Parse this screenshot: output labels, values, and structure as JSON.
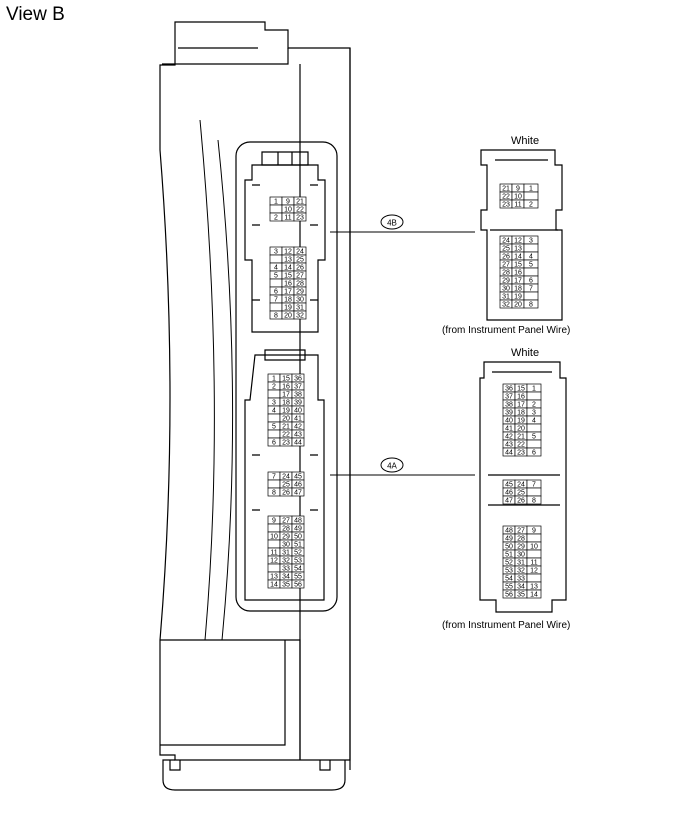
{
  "view_title": "View B",
  "callouts": {
    "a": "4A",
    "b": "4B"
  },
  "connectors": {
    "b": {
      "color_label": "White",
      "source_label": "(from Instrument Panel Wire)",
      "block_left": [
        [
          "1",
          "9",
          "21"
        ],
        [
          "",
          "10",
          "22"
        ],
        [
          "2",
          "11",
          "23"
        ],
        [
          "3",
          "12",
          "24"
        ],
        [
          "",
          "13",
          "25"
        ],
        [
          "4",
          "14",
          "26"
        ],
        [
          "5",
          "15",
          "27"
        ],
        [
          "",
          "16",
          "28"
        ],
        [
          "6",
          "17",
          "29"
        ],
        [
          "7",
          "18",
          "30"
        ],
        [
          "",
          "19",
          "31"
        ],
        [
          "8",
          "20",
          "32"
        ]
      ],
      "front_rows": [
        [
          "21",
          "9",
          "1"
        ],
        [
          "22",
          "10",
          ""
        ],
        [
          "23",
          "11",
          "2"
        ],
        [
          "24",
          "12",
          "3"
        ],
        [
          "25",
          "13",
          ""
        ],
        [
          "26",
          "14",
          "4"
        ],
        [
          "27",
          "15",
          "5"
        ],
        [
          "28",
          "16",
          ""
        ],
        [
          "29",
          "17",
          "6"
        ],
        [
          "30",
          "18",
          "7"
        ],
        [
          "31",
          "19",
          ""
        ],
        [
          "32",
          "20",
          "8"
        ]
      ]
    },
    "a": {
      "color_label": "White",
      "source_label": "(from Instrument Panel Wire)",
      "block_left": [
        [
          "1",
          "15",
          "36"
        ],
        [
          "2",
          "16",
          "37"
        ],
        [
          "",
          "17",
          "38"
        ],
        [
          "3",
          "18",
          "39"
        ],
        [
          "4",
          "19",
          "40"
        ],
        [
          "",
          "20",
          "41"
        ],
        [
          "5",
          "21",
          "42"
        ],
        [
          "",
          "22",
          "43"
        ],
        [
          "6",
          "23",
          "44"
        ],
        [
          "7",
          "24",
          "45"
        ],
        [
          "",
          "25",
          "46"
        ],
        [
          "8",
          "26",
          "47"
        ],
        [
          "9",
          "27",
          "48"
        ],
        [
          "",
          "28",
          "49"
        ],
        [
          "10",
          "29",
          "50"
        ],
        [
          "",
          "30",
          "51"
        ],
        [
          "11",
          "31",
          "52"
        ],
        [
          "12",
          "32",
          "53"
        ],
        [
          "",
          "33",
          "54"
        ],
        [
          "13",
          "34",
          "55"
        ],
        [
          "14",
          "35",
          "56"
        ]
      ],
      "front_rows": [
        [
          "36",
          "15",
          "1"
        ],
        [
          "37",
          "16",
          ""
        ],
        [
          "38",
          "17",
          "2"
        ],
        [
          "39",
          "18",
          "3"
        ],
        [
          "40",
          "19",
          "4"
        ],
        [
          "41",
          "20",
          ""
        ],
        [
          "42",
          "21",
          "5"
        ],
        [
          "43",
          "22",
          ""
        ],
        [
          "44",
          "23",
          "6"
        ],
        [
          "45",
          "24",
          "7"
        ],
        [
          "46",
          "25",
          ""
        ],
        [
          "47",
          "26",
          "8"
        ],
        [
          "48",
          "27",
          "9"
        ],
        [
          "49",
          "28",
          ""
        ],
        [
          "50",
          "29",
          "10"
        ],
        [
          "51",
          "30",
          ""
        ],
        [
          "52",
          "31",
          "11"
        ],
        [
          "53",
          "32",
          "12"
        ],
        [
          "54",
          "33",
          ""
        ],
        [
          "55",
          "34",
          "13"
        ],
        [
          "56",
          "35",
          "14"
        ]
      ]
    }
  }
}
